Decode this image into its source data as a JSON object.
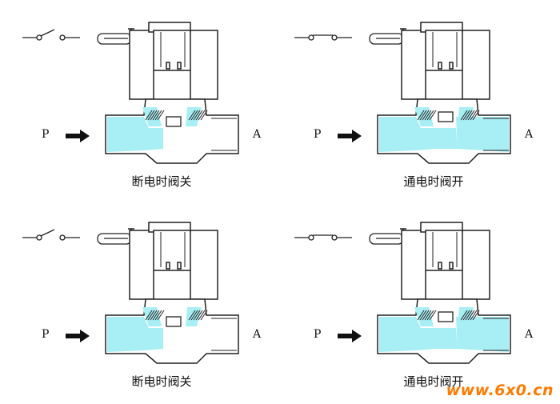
{
  "colors": {
    "fluid": "#a8eef5",
    "outline": "#222222",
    "watermark": "#ff7a00"
  },
  "panels": [
    {
      "state": "closed",
      "caption": "断电时阀关",
      "inlet": "P",
      "outlet": "A"
    },
    {
      "state": "open",
      "caption": "通电时阀开",
      "inlet": "P",
      "outlet": "A"
    },
    {
      "state": "closed",
      "caption": "断电时阀关",
      "inlet": "P",
      "outlet": "A"
    },
    {
      "state": "open",
      "caption": "通电时阀开",
      "inlet": "P",
      "outlet": "A"
    }
  ],
  "watermark": "www.6x0.cn"
}
